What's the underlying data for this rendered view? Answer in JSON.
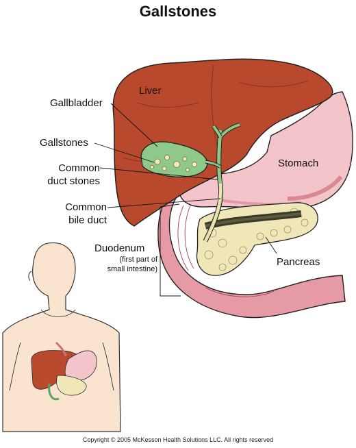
{
  "title": "Gallstones",
  "labels": {
    "liver": "Liver",
    "gallbladder": "Gallbladder",
    "gallstones": "Gallstones",
    "common_duct_stones_1": "Common",
    "common_duct_stones_2": "duct stones",
    "stomach": "Stomach",
    "common_bile_duct_1": "Common",
    "common_bile_duct_2": "bile duct",
    "duodenum": "Duodenum",
    "duodenum_note_1": "(first part of",
    "duodenum_note_2": "small intestine)",
    "pancreas": "Pancreas"
  },
  "copyright": "Copyright © 2005 McKesson Health Solutions LLC. All rights reserved",
  "colors": {
    "liver": "#b8492d",
    "liver_dark": "#8e3320",
    "gallbladder": "#8fc98a",
    "stomach": "#f3c4c9",
    "stomach_dark": "#cf6f7e",
    "pancreas": "#efe7b8",
    "duodenum": "#e59aa6",
    "bile_duct": "#f3e2b0",
    "skin": "#fae3cf"
  }
}
